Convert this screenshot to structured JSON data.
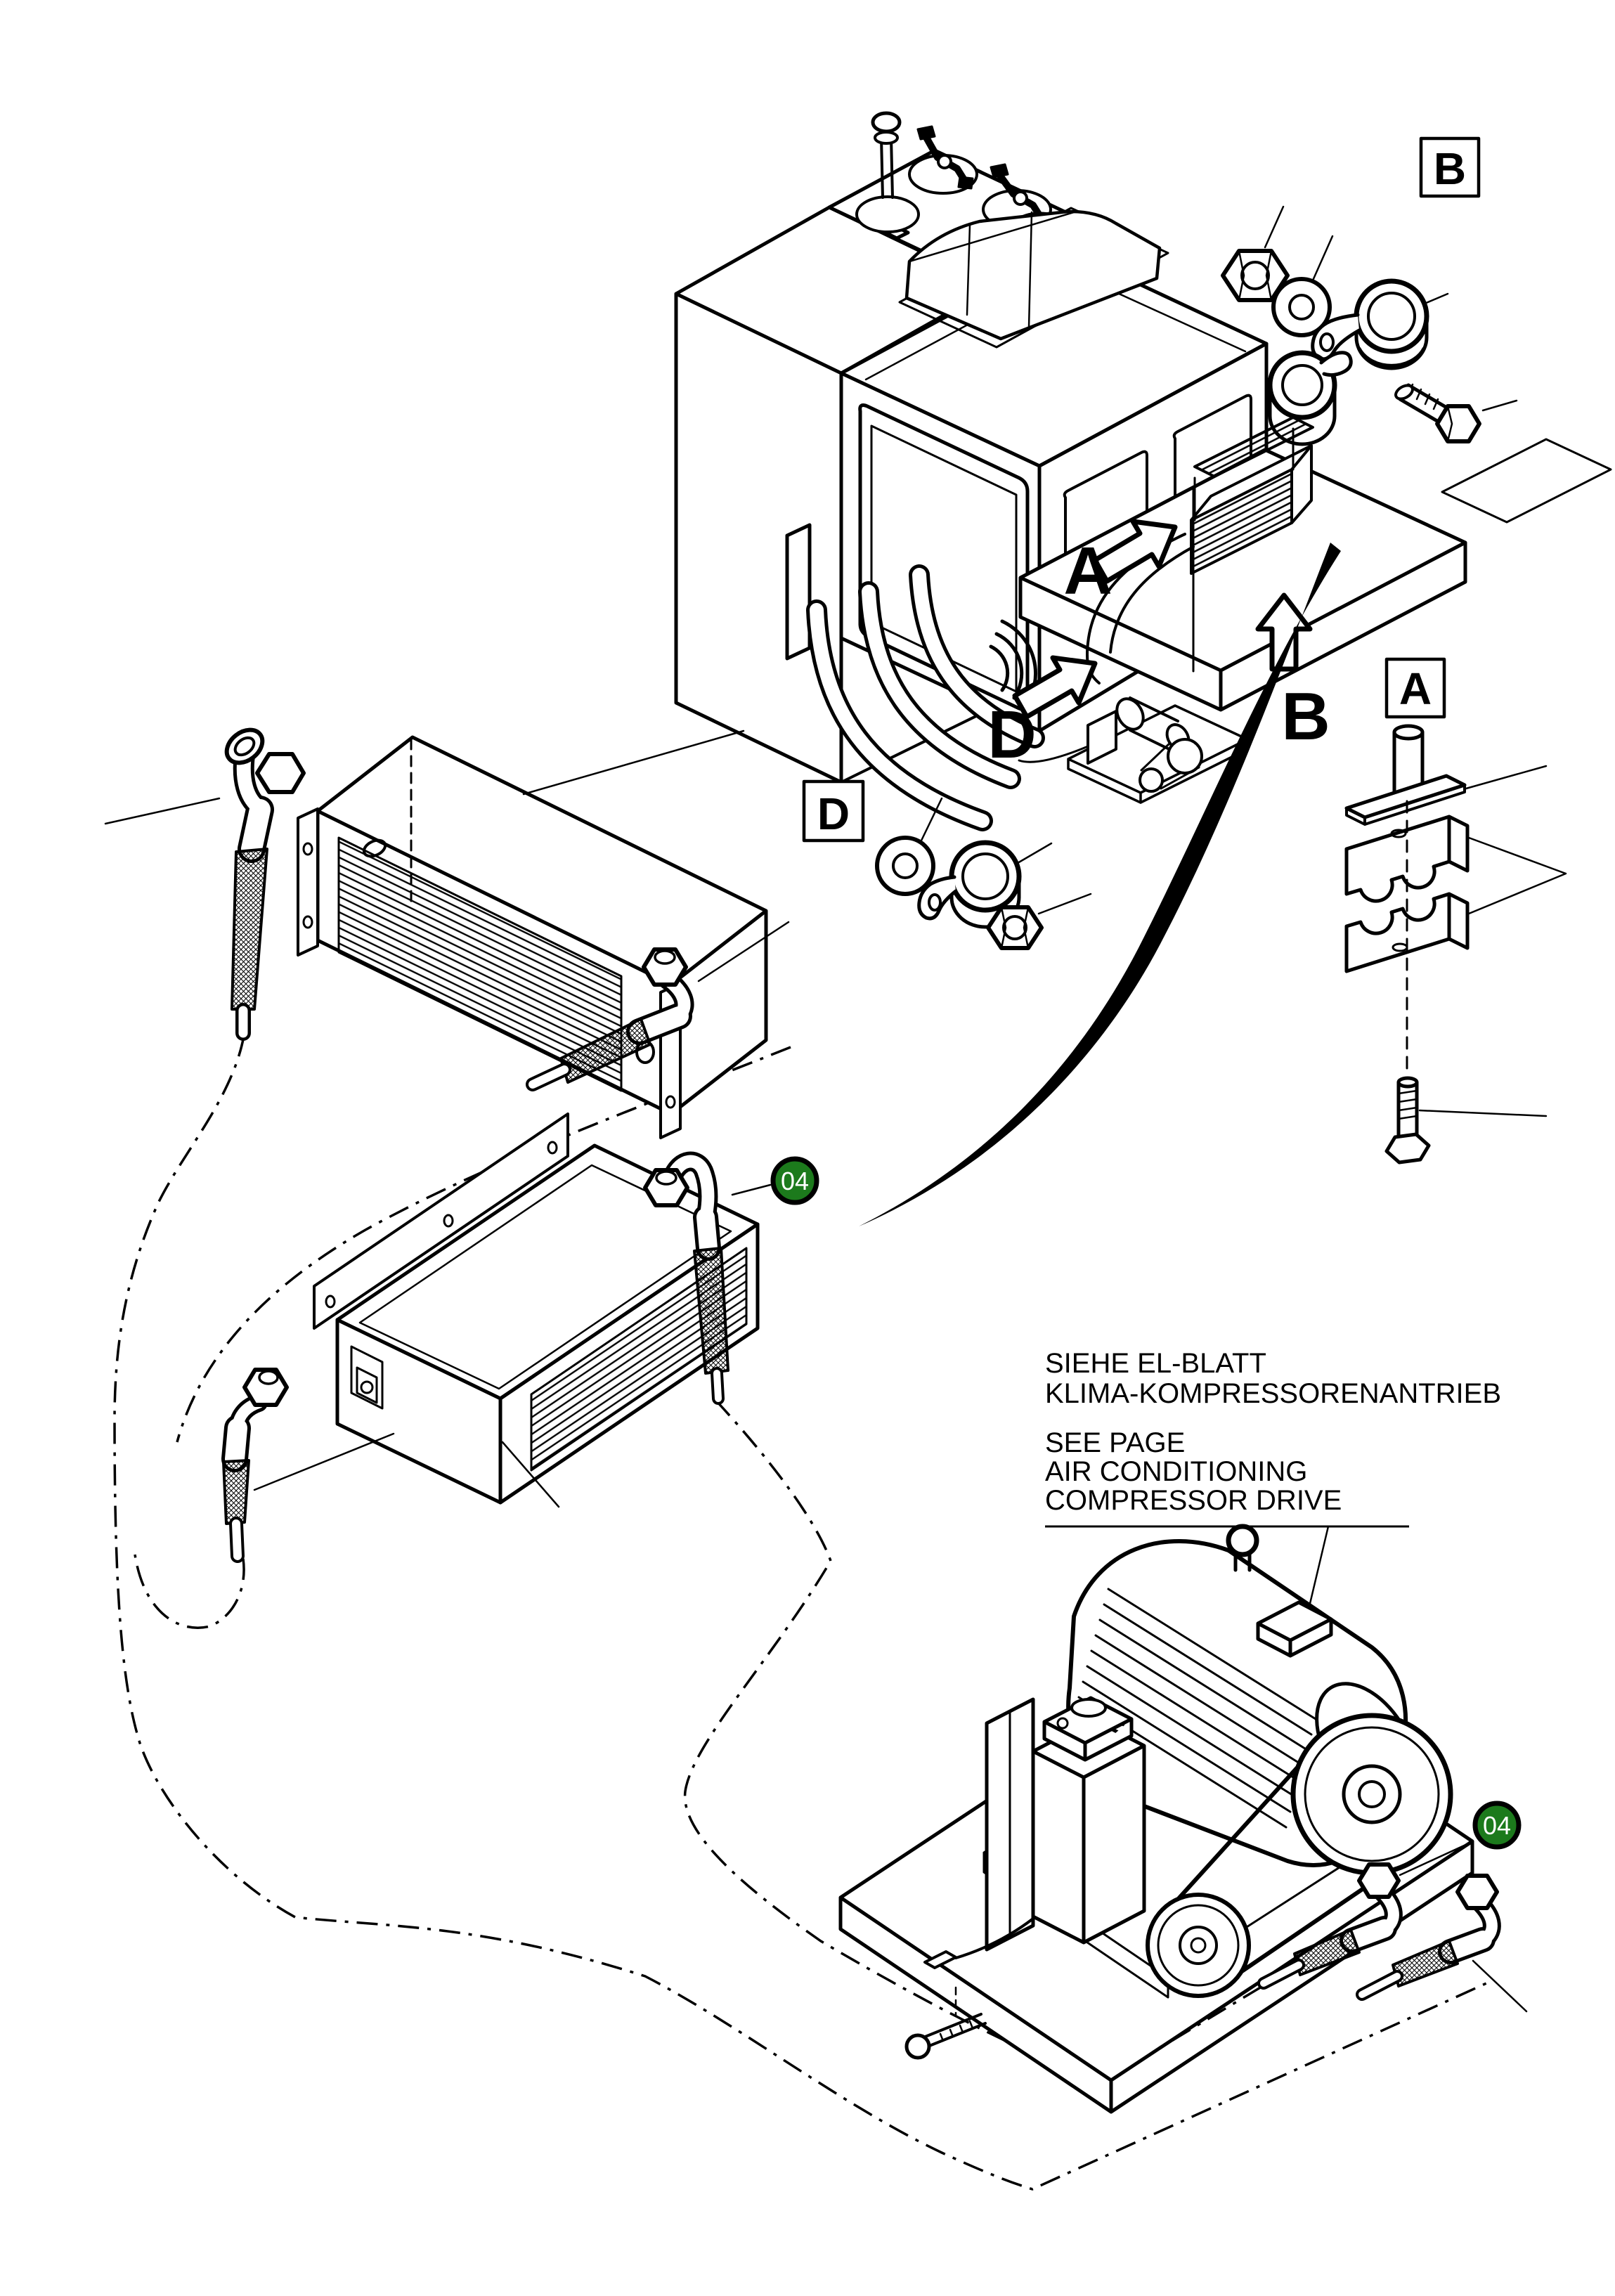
{
  "diagram": {
    "type": "exploded-parts-diagram",
    "subject": "air conditioning installation on rail maintenance machine"
  },
  "colors": {
    "line": "#000000",
    "background": "#ffffff",
    "badge_fill": "#1c7a1c",
    "badge_border": "#000000",
    "badge_text": "#ffffff"
  },
  "details": {
    "a": "A",
    "b": "B",
    "d": "D"
  },
  "arrows": {
    "a": "A",
    "b": "B",
    "d": "D"
  },
  "badges": {
    "first": "04",
    "second": "04"
  },
  "notes": {
    "de_line1": "SIEHE EL-BLATT",
    "de_line2": "KLIMA-KOMPRESSORENANTRIEB",
    "en_line1": "SEE PAGE",
    "en_line2": "AIR CONDITIONING",
    "en_line3": "COMPRESSOR DRIVE"
  }
}
